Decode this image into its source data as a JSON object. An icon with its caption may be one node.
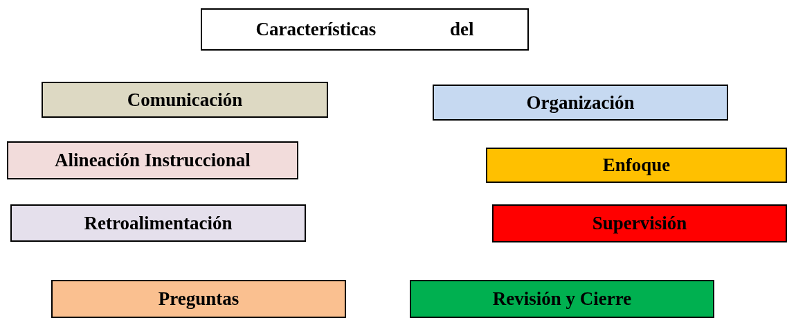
{
  "diagram": {
    "nodes": [
      {
        "text": [
          "Características del"
        ]
      },
      {
        "text": [
          "Comunicación"
        ]
      },
      {
        "text": [
          "Organización"
        ]
      },
      {
        "text": [
          "Alineación Instruccional"
        ]
      },
      {
        "text": [
          "Enfoque"
        ]
      },
      {
        "text": [
          "Retroalimentación"
        ]
      },
      {
        "text": [
          "Supervisión"
        ]
      },
      {
        "text": [
          "Preguntas"
        ]
      },
      {
        "text": [
          "Revisión y Cierre"
        ]
      }
    ]
  }
}
